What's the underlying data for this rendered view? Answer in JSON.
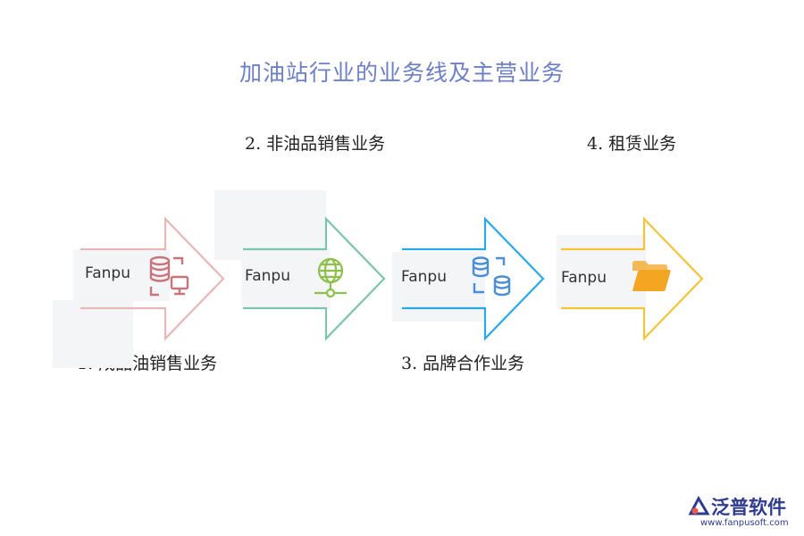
{
  "title": "加油站行业的业务线及主营业务",
  "steps": [
    {
      "label": "1.  成品油销售业务",
      "icon_text": "Fanpu",
      "icon": "database-computer-icon",
      "color": "#e8b7b7",
      "icon_color": "#c9747c"
    },
    {
      "label": "2.  非油品销售业务",
      "icon_text": "Fanpu",
      "icon": "globe-network-icon",
      "color": "#7cc4ac",
      "icon_color": "#8cc04a"
    },
    {
      "label": "3.  品牌合作业务",
      "icon_text": "Fanpu",
      "icon": "database-sync-icon",
      "color": "#2aa8e8",
      "icon_color": "#4a8ed8"
    },
    {
      "label": "4.  租赁业务",
      "icon_text": "Fanpu",
      "icon": "folder-icon",
      "color": "#f4c43a",
      "icon_color": "#f2a621"
    }
  ],
  "brand": {
    "name": "泛普软件",
    "url": "www.fanpusoft.com",
    "color": "#2f3b8f"
  }
}
